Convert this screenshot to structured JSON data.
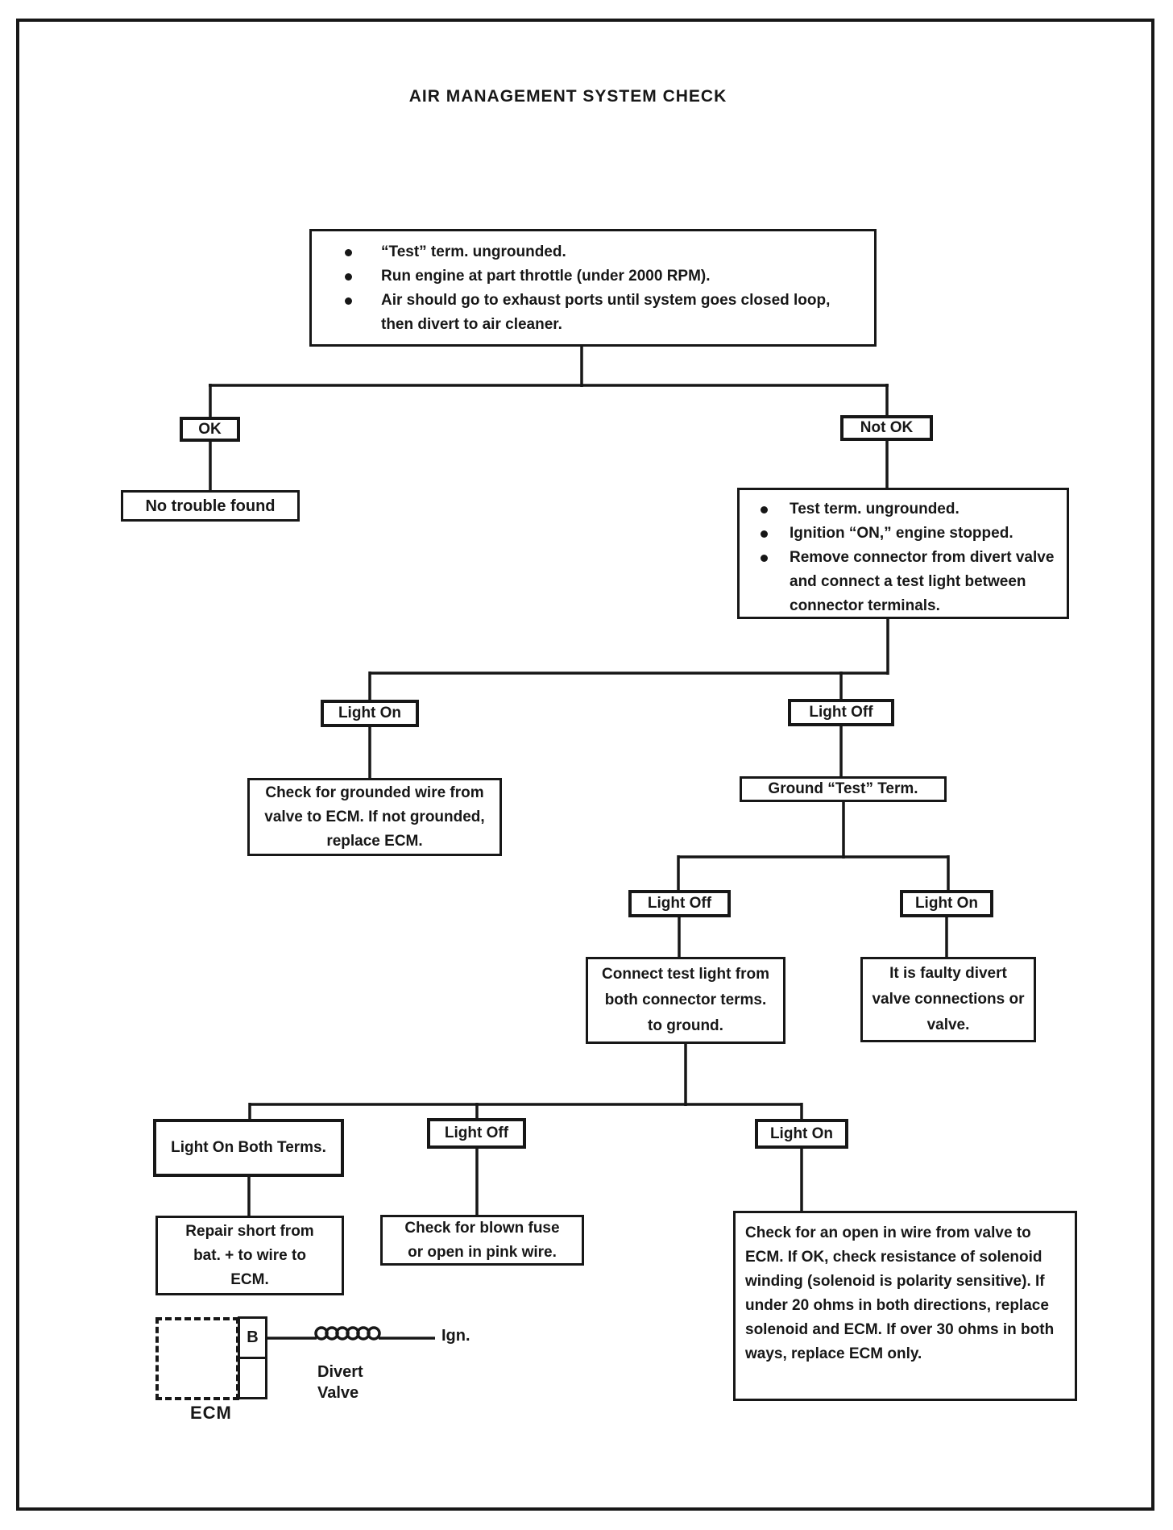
{
  "page": {
    "title": "AIR MANAGEMENT SYSTEM CHECK",
    "ink_color": "#171717",
    "paper_color": "#ffffff"
  },
  "nodes": {
    "start": {
      "bullets": [
        "“Test” term. ungrounded.",
        "Run engine at part throttle (under 2000 RPM).",
        "Air should go to exhaust ports until system goes closed loop, then divert to air cleaner."
      ]
    },
    "ok": {
      "label": "OK"
    },
    "not_ok": {
      "label": "Not OK"
    },
    "no_trouble": {
      "text": "No trouble found"
    },
    "setup": {
      "bullets": [
        "Test term. ungrounded.",
        "Ignition “ON,” engine stopped.",
        "Remove connector from divert valve and connect a test light between connector terminals."
      ]
    },
    "light_on_2": {
      "label": "Light On"
    },
    "light_off_2": {
      "label": "Light Off"
    },
    "check_grounded": {
      "text": "Check for grounded wire from valve to ECM. If not grounded, replace ECM."
    },
    "ground_test": {
      "text": "Ground “Test” Term."
    },
    "light_off_3": {
      "label": "Light Off"
    },
    "light_on_3": {
      "label": "Light On"
    },
    "connect_test_light": {
      "text": "Connect test light from both connector terms. to ground."
    },
    "faulty_divert": {
      "text": "It is faulty divert valve connections or valve."
    },
    "light_on_both": {
      "label": "Light On Both Terms."
    },
    "light_off_4": {
      "label": "Light Off"
    },
    "light_on_4": {
      "label": "Light On"
    },
    "repair_short": {
      "text": "Repair short from bat. + to wire to ECM."
    },
    "check_fuse": {
      "text": "Check for blown fuse or open in pink wire."
    },
    "check_open_wire": {
      "text": "Check for an open in wire from valve to ECM. If OK, check resistance of solenoid winding (solenoid is polarity sensitive). If under 20 ohms in both directions, replace solenoid and ECM. If over 30 ohms in both ways, replace ECM only."
    }
  },
  "schematic": {
    "ecm_label": "ECM",
    "terminal_label": "B",
    "valve_label": "Divert Valve",
    "ignition_label": "Ign."
  }
}
